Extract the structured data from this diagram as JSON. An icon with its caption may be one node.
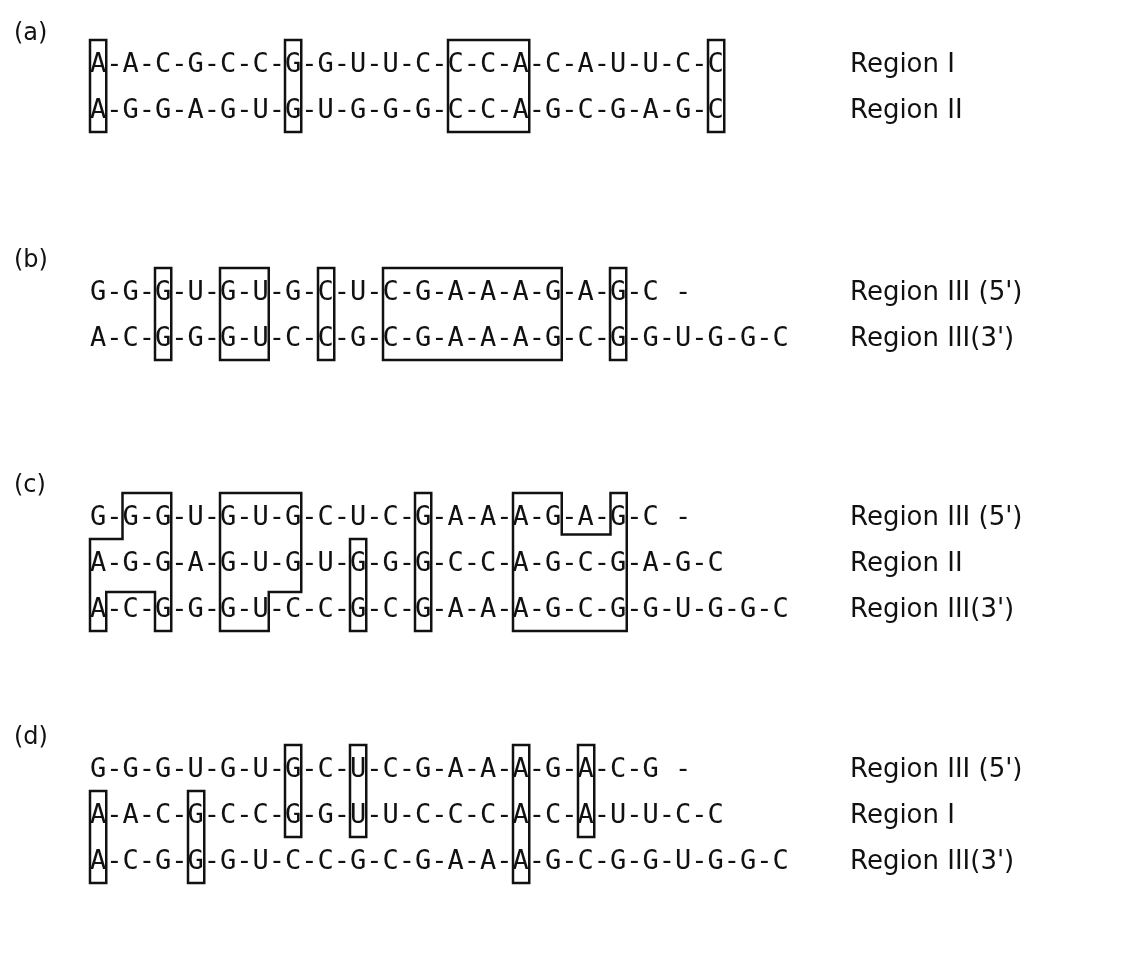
{
  "diagram": {
    "nodes": [
      {
        "text": [
          "A",
          "A"
        ]
      },
      {
        "text": [
          "G",
          "G"
        ]
      },
      {
        "text": [
          "C-C-A",
          "C-C-A"
        ]
      },
      {
        "text": [
          "C",
          "C"
        ]
      },
      {
        "text": [
          "G",
          "G"
        ]
      },
      {
        "text": [
          "G-U",
          "G-U"
        ]
      },
      {
        "text": [
          "C",
          "C"
        ]
      },
      {
        "text": [
          "C-G-A-A-A-G",
          "C-G-A-A-A-G"
        ]
      },
      {
        "text": [
          "G",
          "G"
        ]
      },
      {
        "text": [
          "G-G",
          "A-G-G",
          "A",
          "G"
        ]
      },
      {
        "text": [
          "G-U-G",
          "G-U-G",
          "G-U"
        ]
      },
      {
        "text": [
          "G",
          "G",
          "G"
        ]
      },
      {
        "text": [
          "A-G",
          "G",
          "A-G-C-G",
          "A-G-C-G"
        ]
      },
      {
        "text": [
          "G",
          "G"
        ]
      },
      {
        "text": [
          "G",
          "G"
        ]
      },
      {
        "text": [
          "U",
          "U"
        ]
      },
      {
        "text": [
          "A",
          "A",
          "A"
        ]
      },
      {
        "text": [
          "A",
          "A"
        ]
      },
      {
        "text": [
          "A",
          "A"
        ]
      },
      {
        "text": [
          "G",
          "G"
        ]
      }
    ],
    "labels": [
      "(a)",
      "-A-C-G-C-C-",
      "-G-U-U-C-",
      "-C-A-U-U-C-",
      "Region I",
      "-G-G-A-G-U-",
      "-U-G-G-G-",
      "-G-C-G-A-G-",
      "Region II",
      "(b)",
      "G-G-",
      "-U-",
      "-G-",
      "-U-",
      "-A-",
      "-C -",
      "Region III (5')",
      "A-C-",
      "-G-",
      "-C-",
      "-G-",
      "-C-",
      "-G-U-G-G-C",
      "Region III(3')",
      "(c)",
      "G-",
      "-U-",
      "-C-U-C-",
      "-A-A-",
      "-A-",
      "-C -",
      "Region III (5')",
      "-A-",
      "-U-",
      "-G-",
      "-C-C-",
      "-A-G-C",
      "Region II",
      "-C-",
      "-G-",
      "-C-C-",
      "-C-",
      "-A-A-",
      "-G-U-G-G-C",
      "Region III(3')",
      "(d)",
      "G-G-G-U-G-U-",
      "-C-",
      "-C-G-A-A-",
      "-G-",
      "-C-G -",
      "Region III (5')",
      "-A-C-",
      "-C-C-",
      "-G-",
      "-U-C-C-C-",
      "-C-",
      "-U-U-C-C",
      "Region I",
      "-C-G-",
      "-G-U-C-C-G-C-G-A-A-",
      "-G-C-G-G-U-G-G-C",
      "Region III(3')"
    ]
  }
}
